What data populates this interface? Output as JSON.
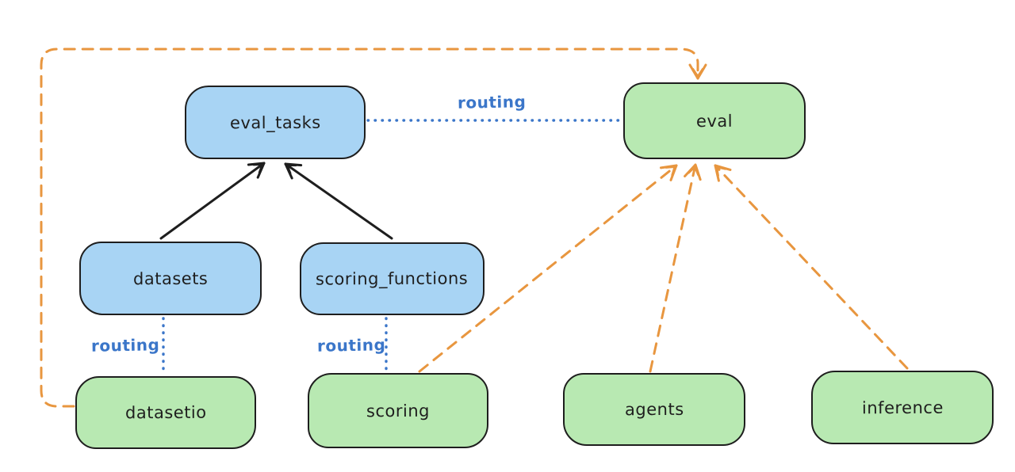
{
  "diagram": {
    "nodes": [
      {
        "id": "eval_tasks",
        "label": "eval_tasks",
        "fill": "#a8d4f4",
        "kind": "resource"
      },
      {
        "id": "eval",
        "label": "eval",
        "fill": "#b8e9b2",
        "kind": "api"
      },
      {
        "id": "datasets",
        "label": "datasets",
        "fill": "#a8d4f4",
        "kind": "resource"
      },
      {
        "id": "scoring_functions",
        "label": "scoring_functions",
        "fill": "#a8d4f4",
        "kind": "resource"
      },
      {
        "id": "datasetio",
        "label": "datasetio",
        "fill": "#b8e9b2",
        "kind": "api"
      },
      {
        "id": "scoring",
        "label": "scoring",
        "fill": "#b8e9b2",
        "kind": "api"
      },
      {
        "id": "agents",
        "label": "agents",
        "fill": "#b8e9b2",
        "kind": "api"
      },
      {
        "id": "inference",
        "label": "inference",
        "fill": "#b8e9b2",
        "kind": "api"
      }
    ],
    "edges": [
      {
        "from": "datasets",
        "to": "eval_tasks",
        "style": "solid-black-arrow",
        "label": ""
      },
      {
        "from": "scoring_functions",
        "to": "eval_tasks",
        "style": "solid-black-arrow",
        "label": ""
      },
      {
        "from": "eval_tasks",
        "to": "eval",
        "style": "dotted-blue",
        "label": "routing"
      },
      {
        "from": "datasets",
        "to": "datasetio",
        "style": "dotted-blue",
        "label": "routing"
      },
      {
        "from": "scoring_functions",
        "to": "scoring",
        "style": "dotted-blue",
        "label": "routing"
      },
      {
        "from": "datasetio",
        "to": "eval",
        "style": "dashed-orange-arrow",
        "label": ""
      },
      {
        "from": "scoring",
        "to": "eval",
        "style": "dashed-orange-arrow",
        "label": ""
      },
      {
        "from": "agents",
        "to": "eval",
        "style": "dashed-orange-arrow",
        "label": ""
      },
      {
        "from": "inference",
        "to": "eval",
        "style": "dashed-orange-arrow",
        "label": ""
      }
    ],
    "colors": {
      "background": "#ffffff",
      "node_blue_fill": "#a8d4f4",
      "node_green_fill": "#b8e9b2",
      "node_stroke": "#1e1e1e",
      "node_text": "#1e1e1e",
      "solid_arrow": "#1e1e1e",
      "dashed_arrow_orange": "#e8963f",
      "dotted_line_blue": "#3b76c9",
      "routing_label_text": "#3b76c9"
    }
  }
}
